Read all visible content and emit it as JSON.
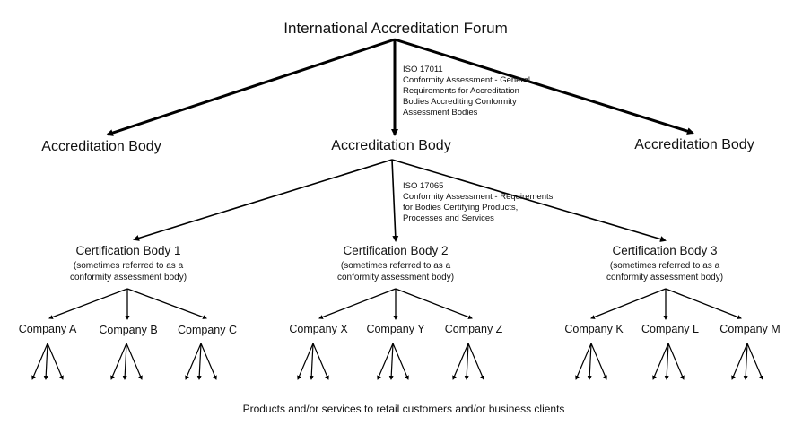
{
  "title": "International Accreditation Forum",
  "accreditation_bodies": [
    "Accreditation Body",
    "Accreditation Body",
    "Accreditation Body"
  ],
  "standard_top": {
    "code": "ISO 17011",
    "description": "Conformity Assessment - General\nRequirements for Accreditation\nBodies Accrediting Conformity\nAssessment Bodies"
  },
  "standard_mid": {
    "code": "ISO 17065",
    "description": "Conformity Assessment - Requirements\nfor Bodies Certifying Products,\nProcesses and Services"
  },
  "certification_bodies": [
    {
      "name": "Certification Body 1",
      "note": "(sometimes referred to as a\nconformity assessment body)"
    },
    {
      "name": "Certification Body 2",
      "note": "(sometimes referred to as a\nconformity assessment body)"
    },
    {
      "name": "Certification Body 3",
      "note": "(sometimes referred to as a\nconformity assessment body)"
    }
  ],
  "companies": [
    "Company A",
    "Company B",
    "Company C",
    "Company X",
    "Company Y",
    "Company Z",
    "Company K",
    "Company L",
    "Company M"
  ],
  "footer": "Products and/or services to retail customers and/or business clients"
}
